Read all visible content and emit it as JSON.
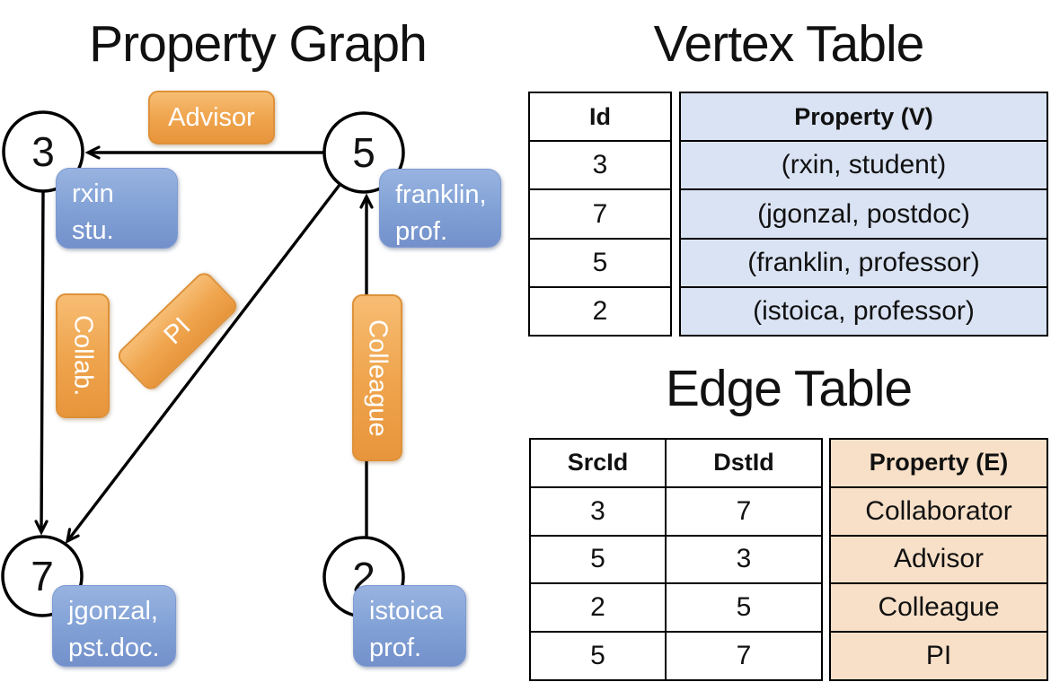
{
  "graph": {
    "title": "Property Graph",
    "nodes": [
      {
        "id": "3"
      },
      {
        "id": "5"
      },
      {
        "id": "7"
      },
      {
        "id": "2"
      }
    ],
    "vertex_labels": [
      {
        "line1": "rxin",
        "line2": "stu."
      },
      {
        "line1": "franklin,",
        "line2": "prof."
      },
      {
        "line1": "jgonzal,",
        "line2": "pst.doc."
      },
      {
        "line1": "istoica",
        "line2": "prof."
      }
    ],
    "edge_labels": {
      "advisor": "Advisor",
      "collab": "Collab.",
      "pi": "PI",
      "colleague": "Colleague"
    }
  },
  "vertex_table": {
    "title": "Vertex Table",
    "columns": {
      "id": "Id",
      "property": "Property (V)"
    },
    "rows": [
      {
        "id": "3",
        "property": "(rxin, student)"
      },
      {
        "id": "7",
        "property": "(jgonzal, postdoc)"
      },
      {
        "id": "5",
        "property": "(franklin, professor)"
      },
      {
        "id": "2",
        "property": "(istoica, professor)"
      }
    ]
  },
  "edge_table": {
    "title": "Edge Table",
    "columns": {
      "src": "SrcId",
      "dst": "DstId",
      "property": "Property (E)"
    },
    "rows": [
      {
        "src": "3",
        "dst": "7",
        "property": "Collaborator"
      },
      {
        "src": "5",
        "dst": "3",
        "property": "Advisor"
      },
      {
        "src": "2",
        "dst": "5",
        "property": "Colleague"
      },
      {
        "src": "5",
        "dst": "7",
        "property": "PI"
      }
    ]
  },
  "colors": {
    "edge_label_orange_top": "#F7BD74",
    "edge_label_orange_bottom": "#E8953C",
    "vertex_label_blue_top": "#98B3E0",
    "vertex_label_blue_bottom": "#7390CB",
    "vertex_table_fill": "#DAE3F3",
    "edge_table_fill": "#F8E0C8",
    "line_color": "#000000"
  }
}
